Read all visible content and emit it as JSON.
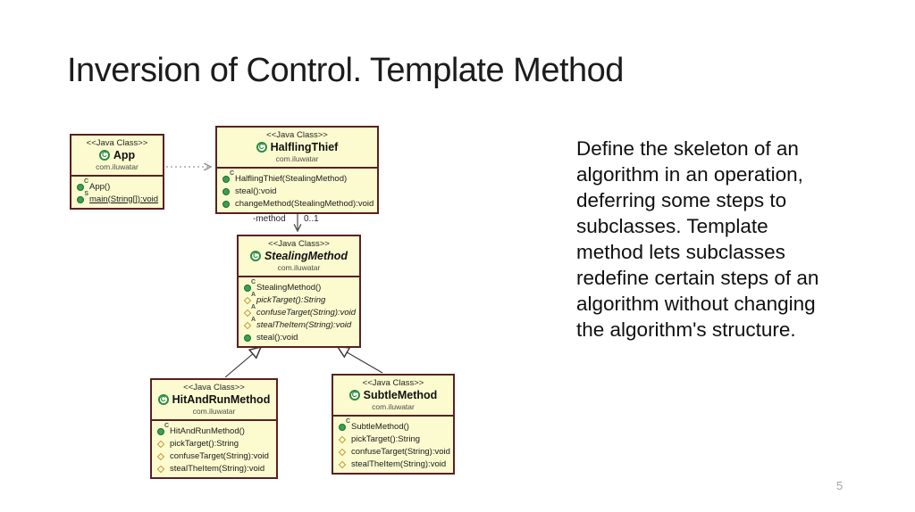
{
  "slide": {
    "title": "Inversion of Control. Template Method",
    "description": "Define the skeleton of an\nalgorithm in an operation,\ndeferring some steps to\nsubclasses. Template\nmethod lets subclasses\nredefine certain steps of an\nalgorithm without changing\nthe algorithm's structure.",
    "page_number": "5"
  },
  "colors": {
    "box_fill": "#fcfbd0",
    "box_border": "#5a2020",
    "class_icon_green": "#2e8b3d",
    "method_circle_green": "#3aa14f",
    "method_diamond_gold": "#c19a26",
    "dependency_gray": "#999999",
    "edge_dark": "#4d4d4d"
  },
  "diagram": {
    "class_icon_letter": "C",
    "classes": [
      {
        "id": "app",
        "stereotype": "<<Java Class>>",
        "name": "App",
        "package": "com.iluwatar",
        "methods": [
          {
            "icon": "constructor-method-icon",
            "shape": "circle",
            "decorator": "C",
            "text": "App()"
          },
          {
            "icon": "static-method-icon",
            "shape": "circle",
            "decorator": "S",
            "text": "main(String[]):void",
            "underline": true
          }
        ]
      },
      {
        "id": "halfling-thief",
        "stereotype": "<<Java Class>>",
        "name": "HalflingThief",
        "package": "com.iluwatar",
        "methods": [
          {
            "icon": "constructor-method-icon",
            "shape": "circle",
            "decorator": "C",
            "text": "HalflingThief(StealingMethod)"
          },
          {
            "icon": "public-method-icon",
            "shape": "circle",
            "text": "steal():void"
          },
          {
            "icon": "public-method-icon",
            "shape": "circle",
            "text": "changeMethod(StealingMethod):void"
          }
        ]
      },
      {
        "id": "stealing-method",
        "stereotype": "<<Java Class>>",
        "name": "StealingMethod",
        "package": "com.iluwatar",
        "methods": [
          {
            "icon": "constructor-method-icon",
            "shape": "circle",
            "decorator": "C",
            "text": "StealingMethod()"
          },
          {
            "icon": "abstract-protected-method-icon",
            "shape": "diamond",
            "decorator": "A",
            "text": "pickTarget():String",
            "italic": true
          },
          {
            "icon": "abstract-protected-method-icon",
            "shape": "diamond",
            "decorator": "A",
            "text": "confuseTarget(String):void",
            "italic": true
          },
          {
            "icon": "abstract-protected-method-icon",
            "shape": "diamond",
            "decorator": "A",
            "text": "stealTheItem(String):void",
            "italic": true
          },
          {
            "icon": "public-method-icon",
            "shape": "circle",
            "text": "steal():void"
          }
        ]
      },
      {
        "id": "hit-and-run-method",
        "stereotype": "<<Java Class>>",
        "name": "HitAndRunMethod",
        "package": "com.iluwatar",
        "methods": [
          {
            "icon": "constructor-method-icon",
            "shape": "circle",
            "decorator": "C",
            "text": "HitAndRunMethod()"
          },
          {
            "icon": "protected-method-icon",
            "shape": "diamond",
            "text": "pickTarget():String"
          },
          {
            "icon": "protected-method-icon",
            "shape": "diamond",
            "text": "confuseTarget(String):void"
          },
          {
            "icon": "protected-method-icon",
            "shape": "diamond",
            "text": "stealTheItem(String):void"
          }
        ]
      },
      {
        "id": "subtle-method",
        "stereotype": "<<Java Class>>",
        "name": "SubtleMethod",
        "package": "com.iluwatar",
        "methods": [
          {
            "icon": "constructor-method-icon",
            "shape": "circle",
            "decorator": "C",
            "text": "SubtleMethod()"
          },
          {
            "icon": "protected-method-icon",
            "shape": "diamond",
            "text": "pickTarget():String"
          },
          {
            "icon": "protected-method-icon",
            "shape": "diamond",
            "text": "confuseTarget(String):void"
          },
          {
            "icon": "protected-method-icon",
            "shape": "diamond",
            "text": "stealTheItem(String):void"
          }
        ]
      }
    ],
    "connectors": {
      "association_label": "-method",
      "association_multiplicity": "0..1"
    }
  }
}
